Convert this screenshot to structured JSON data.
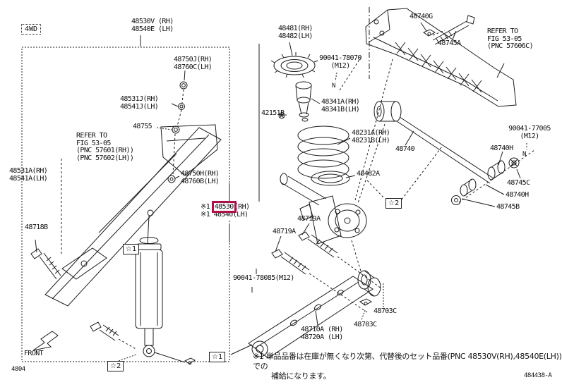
{
  "page": {
    "code": "484438-A",
    "corner_ref": "4804",
    "drive_badge": "4WD",
    "front_label": "FRONT",
    "highlight_color": "#b0104a",
    "note": {
      "marker": "※1",
      "line1": "単品品番は在庫が無くなり次第、代替後のセット品番(PNC 48530V(RH),48540E(LH))での",
      "line2": "補給になります。"
    },
    "selected_part": {
      "marker1": "※1 ",
      "number": "48530",
      "suffix1": "(RH)",
      "line2": "※1 48540(LH)"
    },
    "labels": {
      "set_shock": "48530V (RH)\n48540E (LH)",
      "l48750j": "48750J(RH)\n48760C(LH)",
      "l48531j": "48531J(RH)\n48541J(LH)",
      "l48755": "48755",
      "l48531a": "48531A(RH)\n48541A(LH)",
      "l48750h": "48750H(RH)\n48760B(LH)",
      "l48718b": "48718B",
      "l48481": "48481(RH)\n48482(LH)",
      "l90041_78070": "90041-78070\n(M12)",
      "l48341a": "48341A(RH)\n48341B(LH)",
      "l42151b": "42151B",
      "l48231a": "48231A(RH)\n48231B(LH)",
      "l48740": "48740",
      "l48482a": "48482A",
      "l48719a": "48719A",
      "l90041_78085": "90041-78085(M12)",
      "l48710a": "48710A (RH)\n48720A (LH)",
      "l48703c": "48703C",
      "l48740g": "48740G",
      "l48745a": "48745A",
      "l90041_77005": "90041-77005\n(M12)",
      "l48740h": "48740H",
      "l48745c": "48745C",
      "l48745b": "48745B"
    },
    "refs": {
      "ref_left": "REFER TO\nFIG 53-05\n(PNC 57601(RH))\n(PNC 57602(LH))",
      "ref_right": "REFER TO\nFIG 53-05\n(PNC 57606C)"
    },
    "symbols": {
      "star1": "☆1",
      "star2": "☆2",
      "nut_mark": "N"
    }
  }
}
